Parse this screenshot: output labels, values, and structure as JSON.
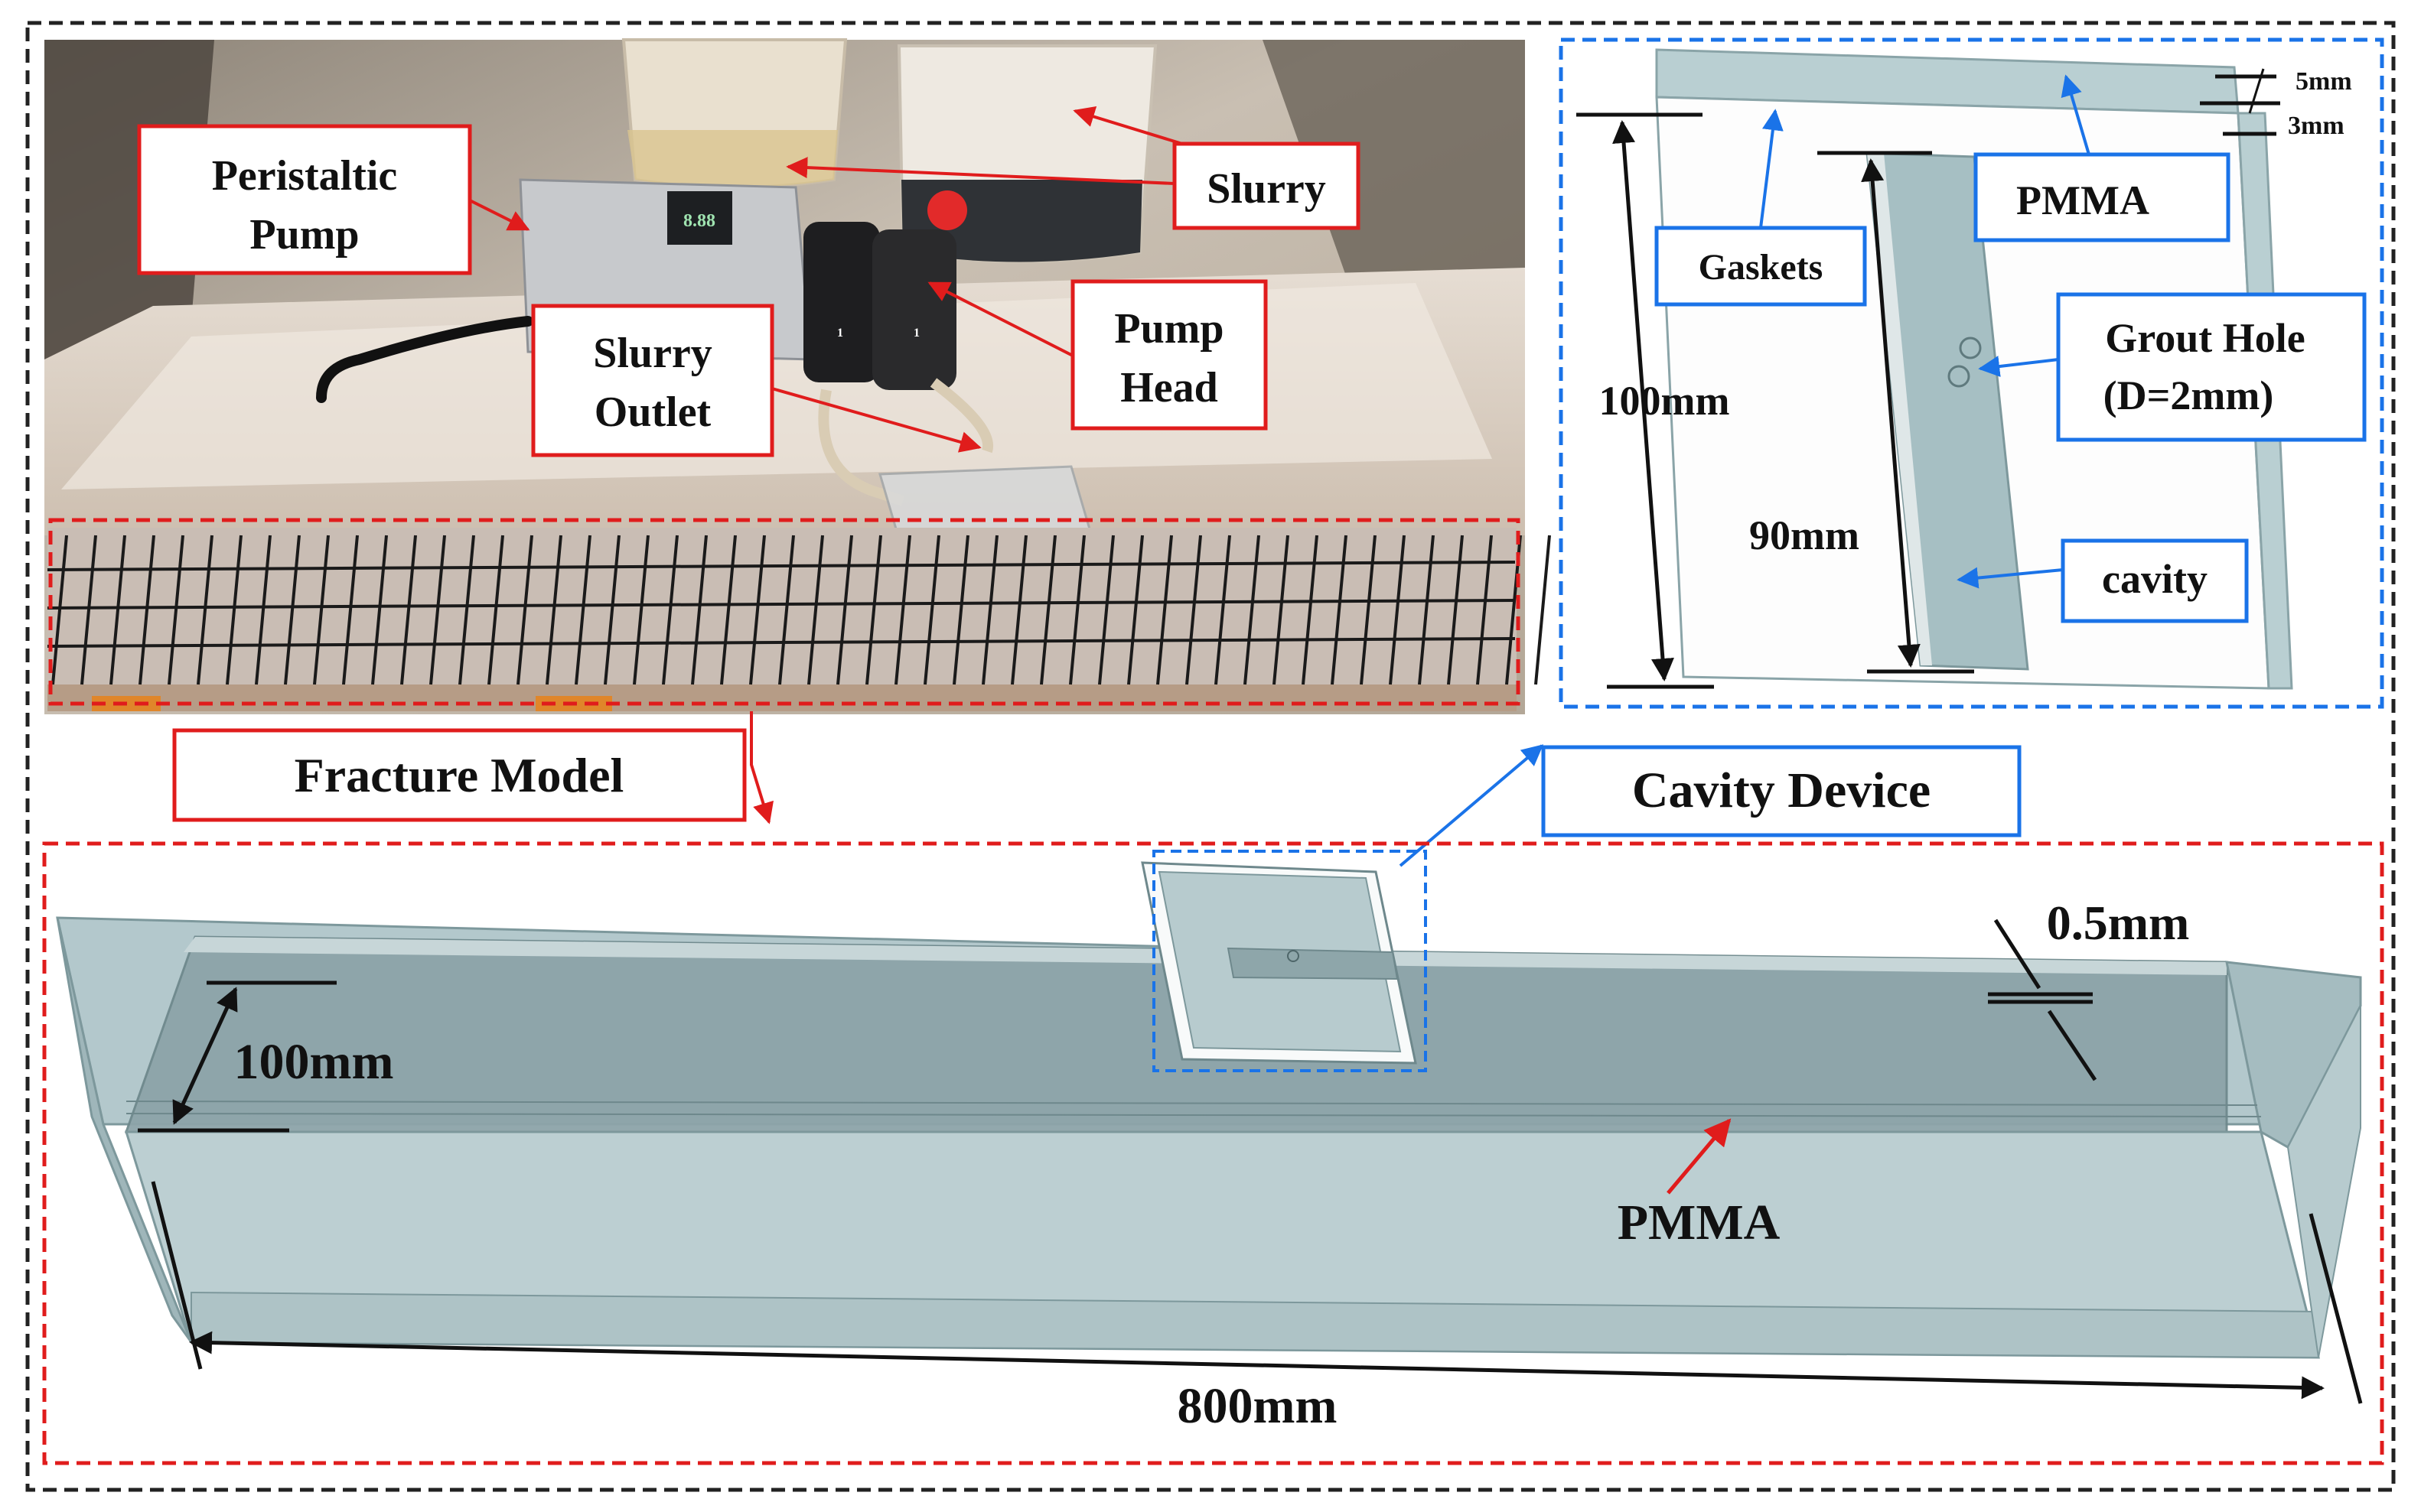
{
  "photo": {
    "callouts": {
      "peristaltic_pump": [
        "Peristaltic",
        "Pump"
      ],
      "slurry": "Slurry",
      "pump_head": [
        "Pump",
        "Head"
      ],
      "slurry_outlet": [
        "Slurry",
        "Outlet"
      ]
    },
    "device_display": "8.88",
    "device_button": "1"
  },
  "fracture_model_label": "Fracture Model",
  "cavity_device_label": "Cavity Device",
  "cavity_inset": {
    "dim_top_thickness": "5mm",
    "dim_gasket_thickness": "3mm",
    "pmma": "PMMA",
    "gaskets": "Gaskets",
    "grout_hole": [
      "Grout Hole",
      "(D=2mm)"
    ],
    "dim_outer_width": "100mm",
    "dim_cavity_width": "90mm",
    "cavity": "cavity"
  },
  "fracture_drawing": {
    "dim_width": "100mm",
    "dim_gap": "0.5mm",
    "pmma": "PMMA",
    "dim_length": "800mm"
  },
  "colors": {
    "red_frame": "#e01c1c",
    "blue_frame": "#1a73e8",
    "pmma_fill": "#a9c2c6",
    "pmma_dark": "#8aa4a8",
    "outer_frame": "#222222"
  }
}
